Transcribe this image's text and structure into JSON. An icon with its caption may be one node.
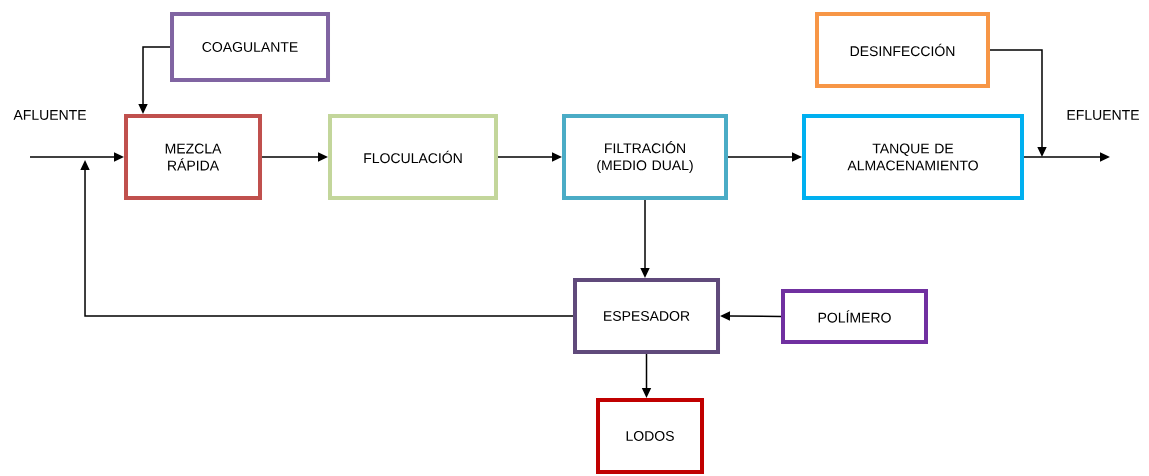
{
  "diagram": {
    "nodes": [
      {
        "text": [
          "COAGULANTE"
        ]
      },
      {
        "text": [
          "MEZCLA RÁPIDA"
        ]
      },
      {
        "text": [
          "FLOCULACIÓN"
        ]
      },
      {
        "text": [
          "FILTRACIÓN (MEDIO DUAL)"
        ]
      },
      {
        "text": [
          "TANQUE DE ALMACENAMIENTO"
        ]
      },
      {
        "text": [
          "DESINFECCIÓN"
        ]
      },
      {
        "text": [
          "ESPESADOR"
        ]
      },
      {
        "text": [
          "POLÍMERO"
        ]
      },
      {
        "text": [
          "LODOS"
        ]
      }
    ],
    "edges": [
      {
        "from": null,
        "to": 1,
        "arrow": "to"
      },
      {
        "from": 0,
        "to": 1,
        "arrow": "to"
      },
      {
        "from": 1,
        "to": 2,
        "arrow": "to"
      },
      {
        "from": 2,
        "to": 3,
        "arrow": "to"
      },
      {
        "from": 3,
        "to": 4,
        "arrow": "to"
      },
      {
        "from": 5,
        "to": null,
        "arrow": "to"
      },
      {
        "from": 4,
        "to": null,
        "arrow": "to"
      },
      {
        "from": 3,
        "to": 6,
        "arrow": "to"
      },
      {
        "from": 7,
        "to": 6,
        "arrow": "to"
      },
      {
        "from": 6,
        "to": 8,
        "arrow": "to"
      },
      {
        "from": 6,
        "to": 1,
        "arrow": "to"
      }
    ],
    "labels": [
      "AFLUENTE",
      "EFLUENTE"
    ]
  }
}
